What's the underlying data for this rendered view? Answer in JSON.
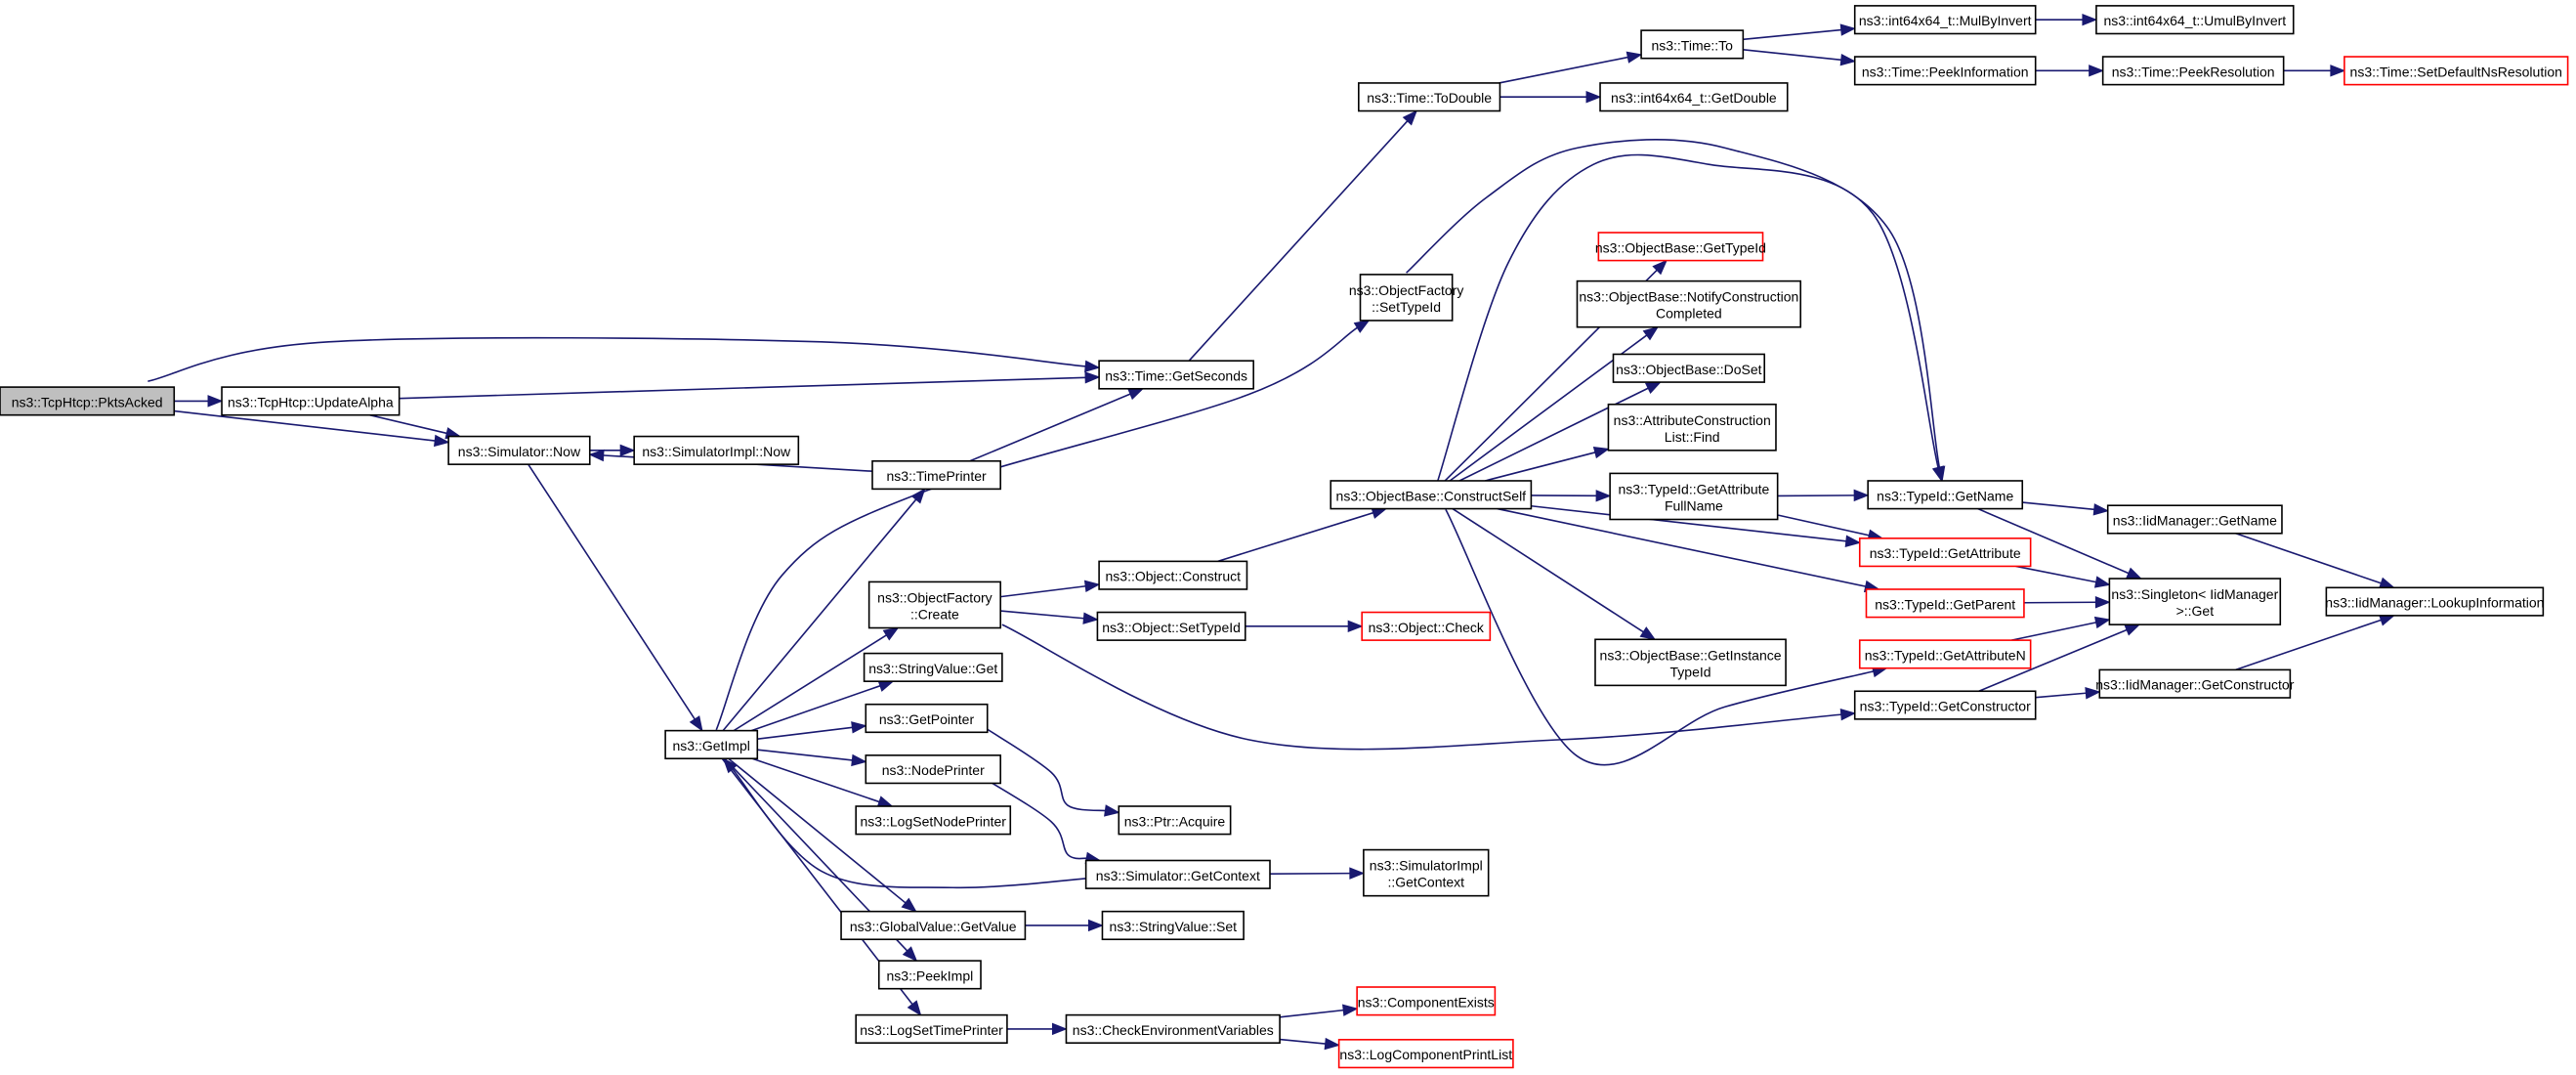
{
  "graph": {
    "nodes": [
      {
        "id": "root",
        "label": "ns3::TcpHtcp::PktsAcked",
        "root": true
      },
      {
        "id": "updateAlpha",
        "label": "ns3::TcpHtcp::UpdateAlpha"
      },
      {
        "id": "simNow",
        "label": "ns3::Simulator::Now"
      },
      {
        "id": "simImplNow",
        "label": "ns3::SimulatorImpl::Now"
      },
      {
        "id": "getSeconds",
        "label": "ns3::Time::GetSeconds"
      },
      {
        "id": "toDouble",
        "label": "ns3::Time::ToDouble"
      },
      {
        "id": "timeTo",
        "label": "ns3::Time::To"
      },
      {
        "id": "int64GetDouble",
        "label": "ns3::int64x64_t::GetDouble"
      },
      {
        "id": "mulByInvert",
        "label": "ns3::int64x64_t::MulByInvert"
      },
      {
        "id": "umulByInvert",
        "label": "ns3::int64x64_t::UmulByInvert"
      },
      {
        "id": "peekInformation",
        "label": "ns3::Time::PeekInformation"
      },
      {
        "id": "peekResolution",
        "label": "ns3::Time::PeekResolution"
      },
      {
        "id": "setDefaultNsResolution",
        "label": "ns3::Time::SetDefaultNsResolution",
        "truncated": true
      },
      {
        "id": "timePrinter",
        "label": "ns3::TimePrinter"
      },
      {
        "id": "getImpl",
        "label": "ns3::GetImpl"
      },
      {
        "id": "ofSetTypeId",
        "label": "ns3::ObjectFactory\n::SetTypeId"
      },
      {
        "id": "ofCreate",
        "label": "ns3::ObjectFactory\n::Create"
      },
      {
        "id": "stringValueGet",
        "label": "ns3::StringValue::Get"
      },
      {
        "id": "getPointer",
        "label": "ns3::GetPointer"
      },
      {
        "id": "nodePrinter",
        "label": "ns3::NodePrinter"
      },
      {
        "id": "logSetNodePrinter",
        "label": "ns3::LogSetNodePrinter"
      },
      {
        "id": "globalValueGetValue",
        "label": "ns3::GlobalValue::GetValue"
      },
      {
        "id": "peekImpl",
        "label": "ns3::PeekImpl"
      },
      {
        "id": "logSetTimePrinter",
        "label": "ns3::LogSetTimePrinter"
      },
      {
        "id": "objectConstruct",
        "label": "ns3::Object::Construct"
      },
      {
        "id": "objectSetTypeId",
        "label": "ns3::Object::SetTypeId"
      },
      {
        "id": "objectCheck",
        "label": "ns3::Object::Check",
        "truncated": true
      },
      {
        "id": "ptrAcquire",
        "label": "ns3::Ptr::Acquire"
      },
      {
        "id": "simGetContext",
        "label": "ns3::Simulator::GetContext"
      },
      {
        "id": "simImplGetContext",
        "label": "ns3::SimulatorImpl\n::GetContext"
      },
      {
        "id": "stringValueSet",
        "label": "ns3::StringValue::Set"
      },
      {
        "id": "checkEnvVars",
        "label": "ns3::CheckEnvironmentVariables"
      },
      {
        "id": "componentExists",
        "label": "ns3::ComponentExists",
        "truncated": true
      },
      {
        "id": "logComponentPrintList",
        "label": "ns3::LogComponentPrintList",
        "truncated": true
      },
      {
        "id": "constructSelf",
        "label": "ns3::ObjectBase::ConstructSelf"
      },
      {
        "id": "obGetTypeId",
        "label": "ns3::ObjectBase::GetTypeId",
        "truncated": true
      },
      {
        "id": "notifyConstruction",
        "label": "ns3::ObjectBase::NotifyConstruction\nCompleted"
      },
      {
        "id": "doSet",
        "label": "ns3::ObjectBase::DoSet"
      },
      {
        "id": "attrConstructionFind",
        "label": "ns3::AttributeConstruction\nList::Find"
      },
      {
        "id": "getAttributeFullName",
        "label": "ns3::TypeId::GetAttribute\nFullName"
      },
      {
        "id": "getInstanceTypeId",
        "label": "ns3::ObjectBase::GetInstance\nTypeId"
      },
      {
        "id": "typeIdGetName",
        "label": "ns3::TypeId::GetName"
      },
      {
        "id": "typeIdGetAttribute",
        "label": "ns3::TypeId::GetAttribute",
        "truncated": true
      },
      {
        "id": "typeIdGetParent",
        "label": "ns3::TypeId::GetParent",
        "truncated": true
      },
      {
        "id": "typeIdGetAttributeN",
        "label": "ns3::TypeId::GetAttributeN",
        "truncated": true
      },
      {
        "id": "typeIdGetConstructor",
        "label": "ns3::TypeId::GetConstructor"
      },
      {
        "id": "singletonGet",
        "label": "ns3::Singleton< IidManager\n>::Get"
      },
      {
        "id": "iidGetName",
        "label": "ns3::IidManager::GetName"
      },
      {
        "id": "iidGetConstructor",
        "label": "ns3::IidManager::GetConstructor"
      },
      {
        "id": "iidLookupInformation",
        "label": "ns3::IidManager::LookupInformation"
      }
    ],
    "edges": [
      [
        "root",
        "updateAlpha"
      ],
      [
        "root",
        "getSeconds"
      ],
      [
        "root",
        "simNow"
      ],
      [
        "updateAlpha",
        "getSeconds"
      ],
      [
        "updateAlpha",
        "simNow"
      ],
      [
        "simNow",
        "simImplNow"
      ],
      [
        "simNow",
        "getImpl"
      ],
      [
        "getSeconds",
        "toDouble"
      ],
      [
        "toDouble",
        "timeTo"
      ],
      [
        "toDouble",
        "int64GetDouble"
      ],
      [
        "timeTo",
        "mulByInvert"
      ],
      [
        "timeTo",
        "peekInformation"
      ],
      [
        "mulByInvert",
        "umulByInvert"
      ],
      [
        "peekInformation",
        "peekResolution"
      ],
      [
        "peekResolution",
        "setDefaultNsResolution"
      ],
      [
        "timePrinter",
        "getSeconds"
      ],
      [
        "timePrinter",
        "simNow"
      ],
      [
        "getImpl",
        "timePrinter"
      ],
      [
        "getImpl",
        "ofSetTypeId"
      ],
      [
        "getImpl",
        "ofCreate"
      ],
      [
        "getImpl",
        "stringValueGet"
      ],
      [
        "getImpl",
        "getPointer"
      ],
      [
        "getImpl",
        "nodePrinter"
      ],
      [
        "getImpl",
        "logSetNodePrinter"
      ],
      [
        "getImpl",
        "globalValueGetValue"
      ],
      [
        "getImpl",
        "peekImpl"
      ],
      [
        "getImpl",
        "logSetTimePrinter"
      ],
      [
        "ofSetTypeId",
        "typeIdGetName"
      ],
      [
        "ofCreate",
        "objectConstruct"
      ],
      [
        "ofCreate",
        "objectSetTypeId"
      ],
      [
        "ofCreate",
        "typeIdGetConstructor"
      ],
      [
        "objectConstruct",
        "constructSelf"
      ],
      [
        "objectSetTypeId",
        "objectCheck"
      ],
      [
        "getPointer",
        "ptrAcquire"
      ],
      [
        "nodePrinter",
        "simGetContext"
      ],
      [
        "simGetContext",
        "getImpl"
      ],
      [
        "simGetContext",
        "simImplGetContext"
      ],
      [
        "globalValueGetValue",
        "stringValueSet"
      ],
      [
        "logSetTimePrinter",
        "checkEnvVars"
      ],
      [
        "checkEnvVars",
        "componentExists"
      ],
      [
        "checkEnvVars",
        "logComponentPrintList"
      ],
      [
        "constructSelf",
        "obGetTypeId"
      ],
      [
        "constructSelf",
        "notifyConstruction"
      ],
      [
        "constructSelf",
        "doSet"
      ],
      [
        "constructSelf",
        "attrConstructionFind"
      ],
      [
        "constructSelf",
        "getAttributeFullName"
      ],
      [
        "constructSelf",
        "getInstanceTypeId"
      ],
      [
        "constructSelf",
        "typeIdGetName"
      ],
      [
        "constructSelf",
        "typeIdGetAttribute"
      ],
      [
        "constructSelf",
        "typeIdGetParent"
      ],
      [
        "constructSelf",
        "typeIdGetAttributeN"
      ],
      [
        "getAttributeFullName",
        "typeIdGetName"
      ],
      [
        "getAttributeFullName",
        "typeIdGetAttribute"
      ],
      [
        "typeIdGetName",
        "iidGetName"
      ],
      [
        "typeIdGetName",
        "singletonGet"
      ],
      [
        "typeIdGetAttribute",
        "singletonGet"
      ],
      [
        "typeIdGetParent",
        "singletonGet"
      ],
      [
        "typeIdGetAttributeN",
        "singletonGet"
      ],
      [
        "typeIdGetConstructor",
        "singletonGet"
      ],
      [
        "typeIdGetConstructor",
        "iidGetConstructor"
      ],
      [
        "iidGetName",
        "iidLookupInformation"
      ],
      [
        "iidGetConstructor",
        "iidLookupInformation"
      ]
    ]
  },
  "colors": {
    "edge": "#191970",
    "node_border": "#000000",
    "truncated_border": "#ff0000",
    "root_fill": "#bfbfbf"
  }
}
